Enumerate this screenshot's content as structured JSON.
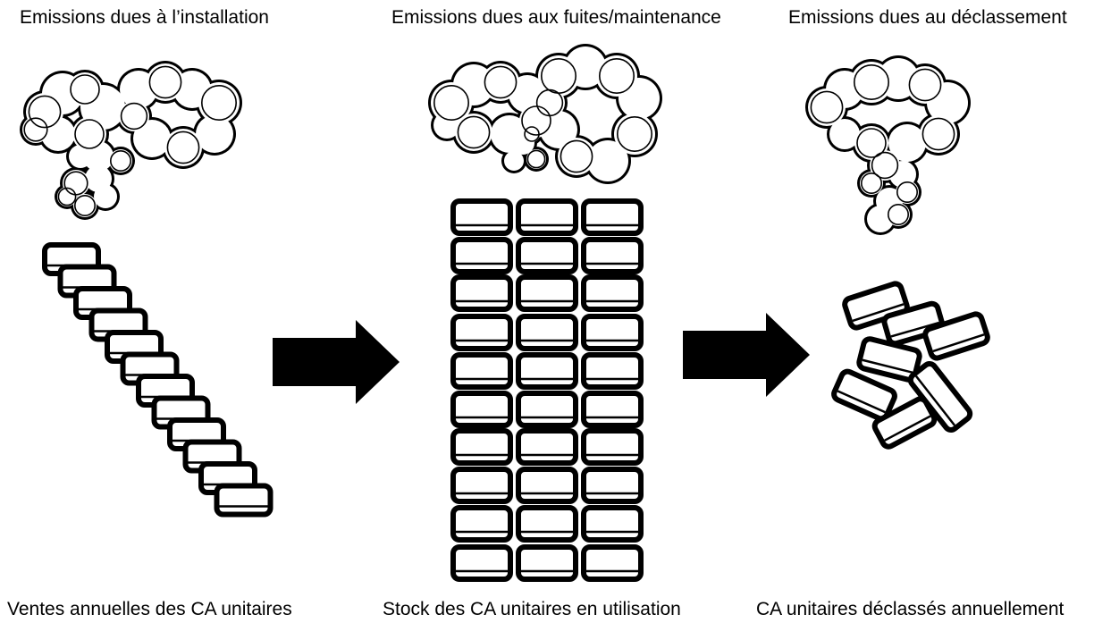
{
  "top_labels": {
    "installation": "Emissions dues à l’installation",
    "leaks": "Emissions dues aux fuites/maintenance",
    "decommission": "Emissions dues au déclassement"
  },
  "bottom_labels": {
    "sales": "Ventes annuelles des CA unitaires",
    "stock": "Stock des CA unitaires en utilisation",
    "decommissioned": "CA unitaires déclassés annuellement"
  },
  "icons": {
    "cloud": "cloud-icon",
    "unit": "ac-unit-icon",
    "arrow": "arrow-right-icon"
  },
  "colors": {
    "stroke": "#000000",
    "fill": "#ffffff",
    "arrow": "#000000"
  }
}
